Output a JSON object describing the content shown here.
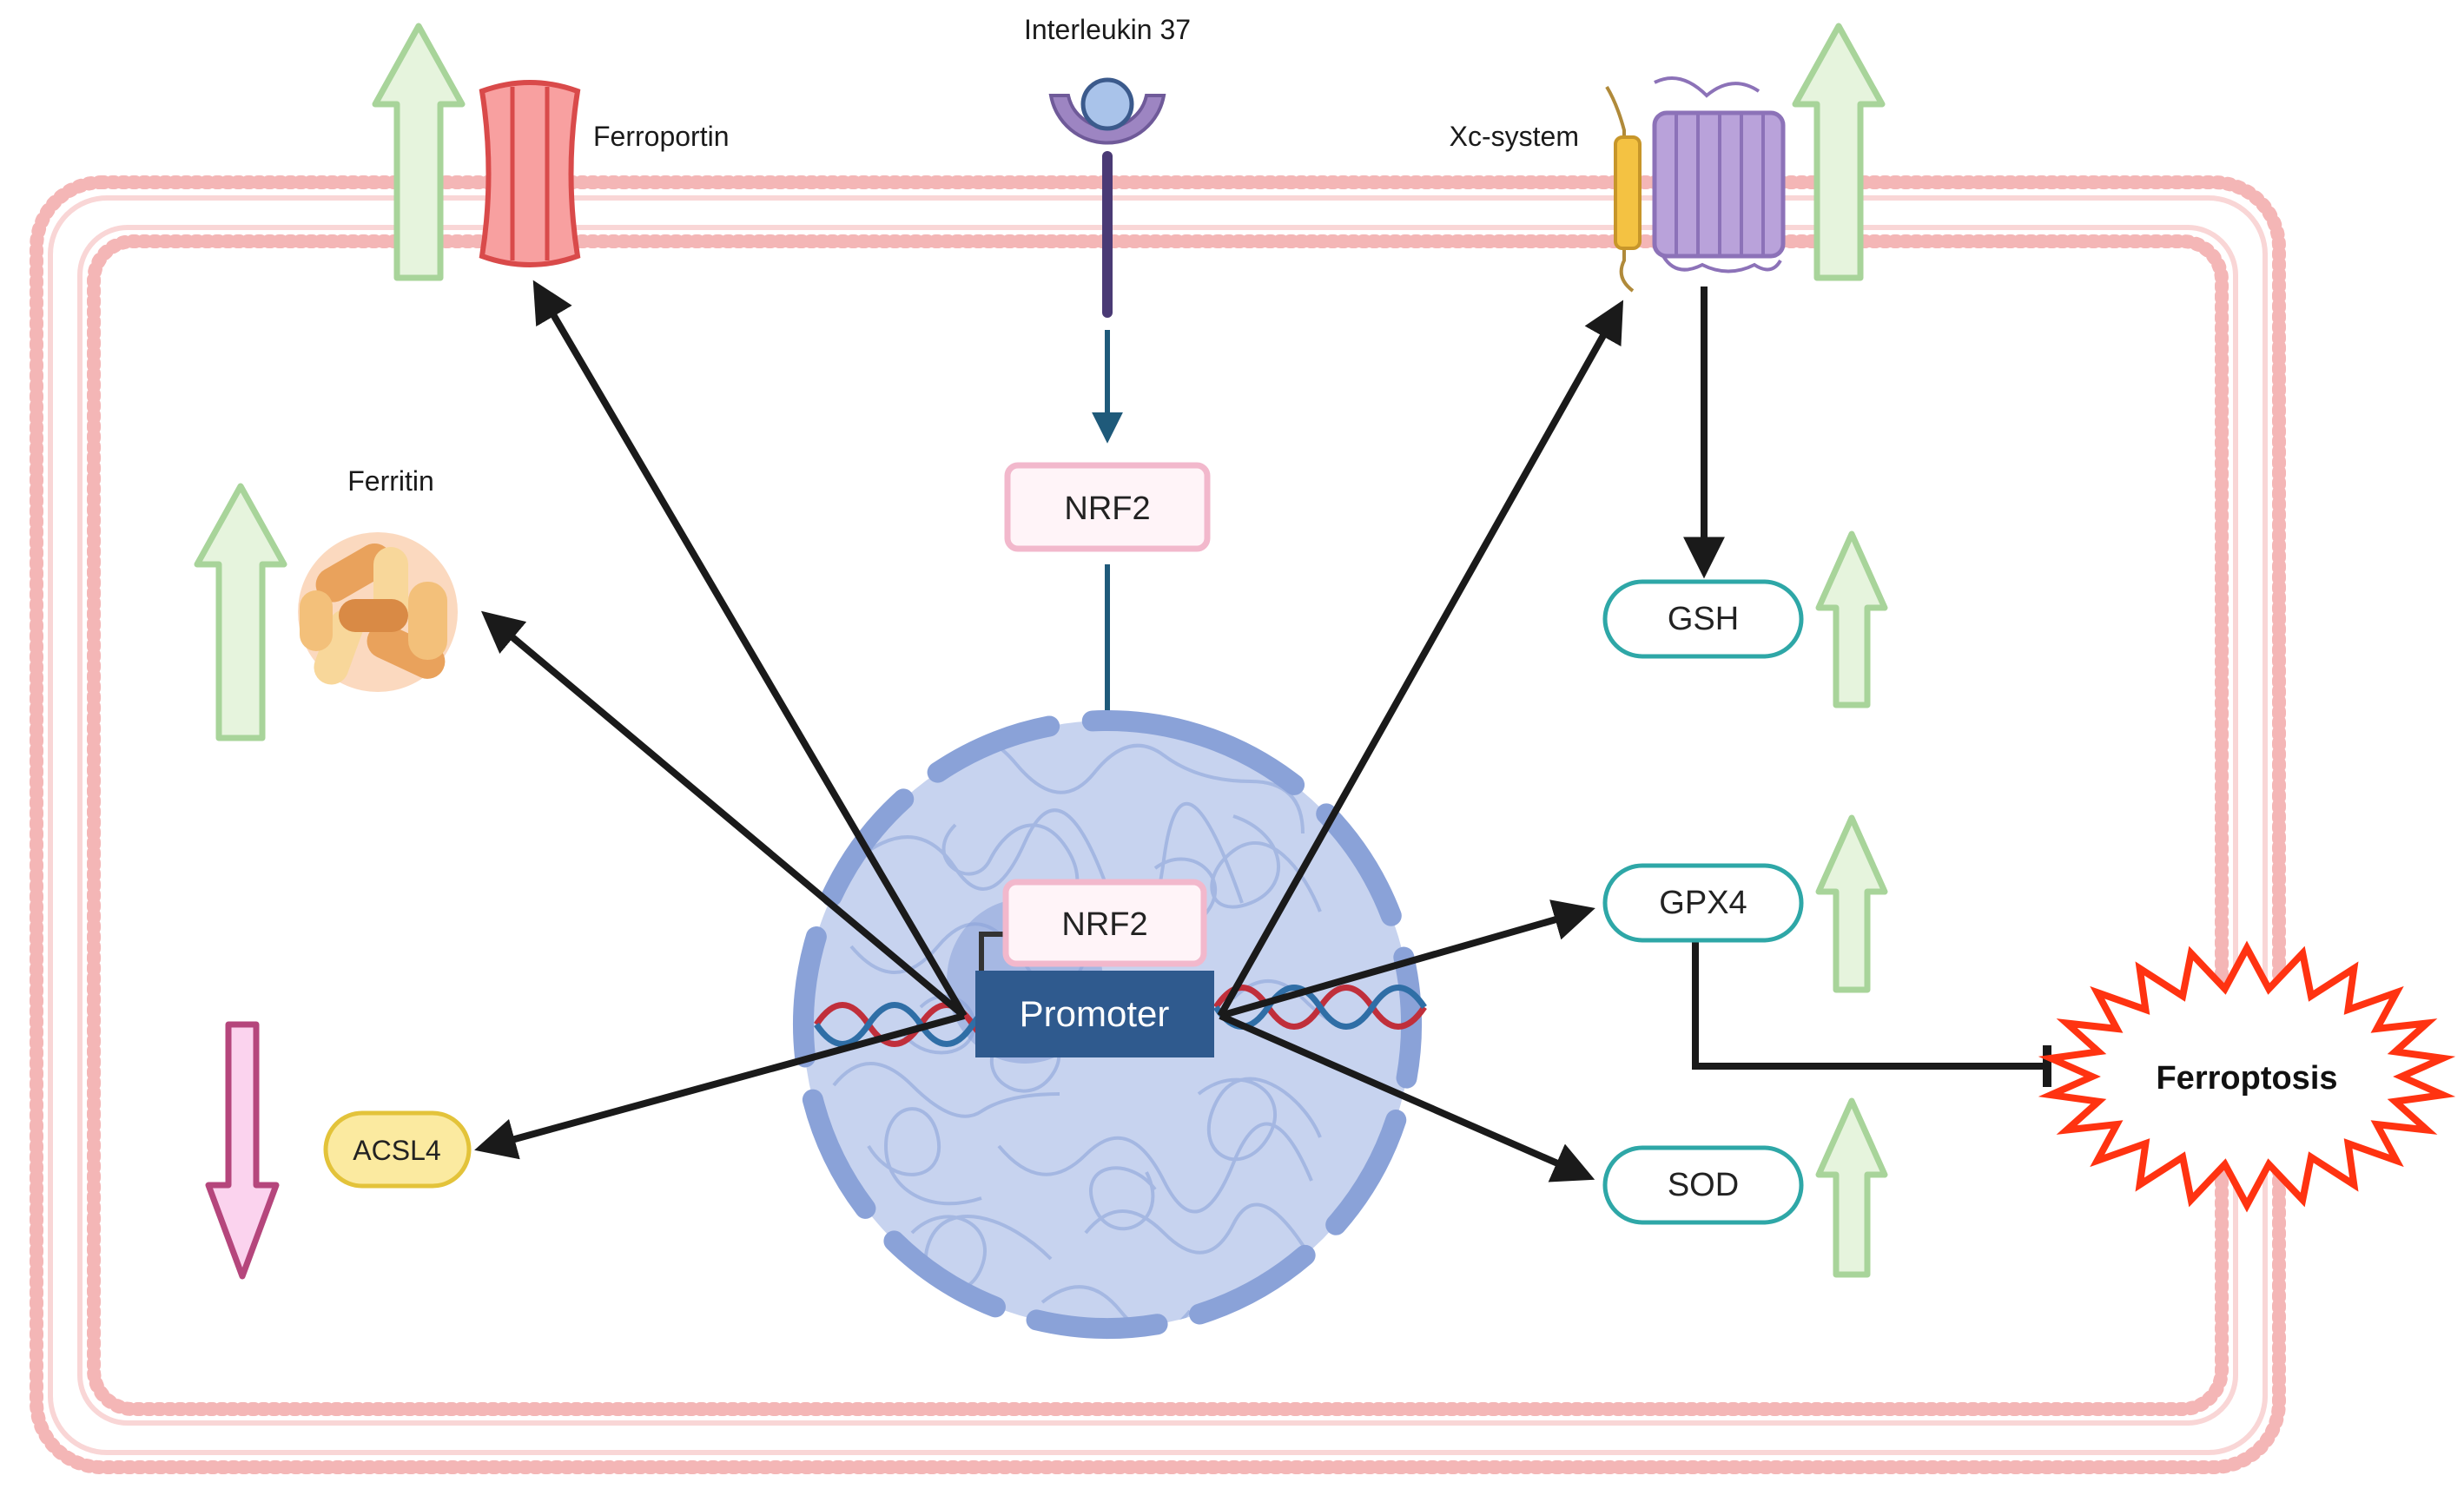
{
  "labels": {
    "interleukin": "Interleukin 37",
    "ferroportin": "Ferroportin",
    "xc_system": "Xc-system",
    "ferritin": "Ferritin"
  },
  "nodes": {
    "nrf2_cytoplasm": "NRF2",
    "nrf2_nucleus": "NRF2",
    "promoter": "Promoter",
    "gsh": "GSH",
    "gpx4": "GPX4",
    "sod": "SOD",
    "acsl4": "ACSL4",
    "ferroptosis": "Ferroptosis"
  },
  "colors": {
    "membrane": "#f4b6b6",
    "up_arrow_fill": "#e6f4dd",
    "up_arrow_stroke": "#a8d49a",
    "down_arrow_fill": "#fbd3ee",
    "down_arrow_stroke": "#b5467c",
    "nucleus": "#c7d3ef",
    "nucleus_border": "#8aa2d8",
    "promoter": "#2f5a8e",
    "nrf2_border": "#f2b8cc",
    "teal_border": "#2ea7a7",
    "acsl4_fill": "#fbeaa0",
    "acsl4_border": "#e3c33a",
    "ferroptosis_border": "#ff3311",
    "signal_arrow": "#1f5a7a"
  },
  "regulation": {
    "ferroportin": "up",
    "ferritin": "up",
    "xc_system": "up",
    "gsh": "up",
    "gpx4": "up",
    "sod": "up",
    "acsl4": "down"
  }
}
